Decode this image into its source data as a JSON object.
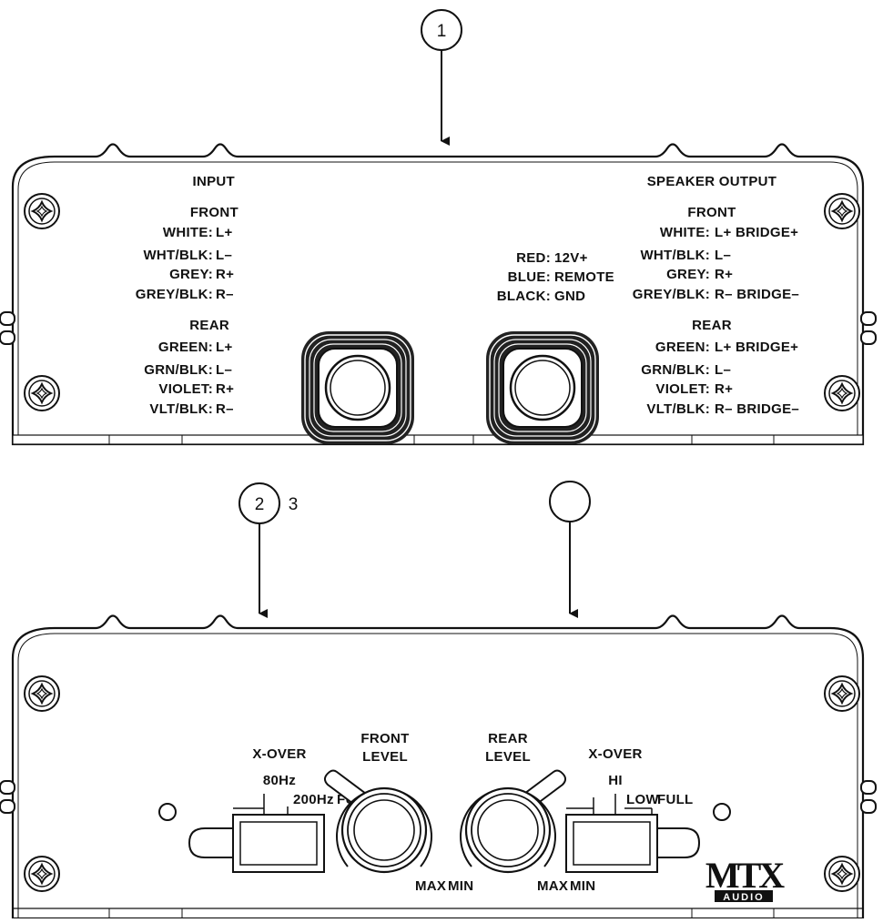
{
  "colors": {
    "line": "#111111",
    "background": "#ffffff"
  },
  "callouts": [
    {
      "id": "callout-1",
      "label": "1"
    },
    {
      "id": "callout-2",
      "label": "2"
    },
    {
      "id": "callout-3",
      "label": "3"
    },
    {
      "id": "callout-4",
      "label": ""
    }
  ],
  "top_panel": {
    "input": {
      "heading": "INPUT",
      "front_heading": "FRONT",
      "front_rows": [
        {
          "color": "WHITE:",
          "terminal": "L+"
        },
        {
          "color": "WHT/BLK:",
          "terminal": "L–"
        },
        {
          "color": "GREY:",
          "terminal": "R+"
        },
        {
          "color": "GREY/BLK:",
          "terminal": "R–"
        }
      ],
      "rear_heading": "REAR",
      "rear_rows": [
        {
          "color": "GREEN:",
          "terminal": "L+"
        },
        {
          "color": "GRN/BLK:",
          "terminal": "L–"
        },
        {
          "color": "VIOLET:",
          "terminal": "R+"
        },
        {
          "color": "VLT/BLK:",
          "terminal": "R–"
        }
      ]
    },
    "power": [
      {
        "color": "RED:",
        "terminal": "12V+"
      },
      {
        "color": "BLUE:",
        "terminal": "REMOTE"
      },
      {
        "color": "BLACK:",
        "terminal": "GND"
      }
    ],
    "output": {
      "heading": "SPEAKER OUTPUT",
      "front_heading": "FRONT",
      "front_rows": [
        {
          "color": "WHITE:",
          "terminal": "L+ BRIDGE+"
        },
        {
          "color": "WHT/BLK:",
          "terminal": "L–"
        },
        {
          "color": "GREY:",
          "terminal": "R+"
        },
        {
          "color": "GREY/BLK:",
          "terminal": "R– BRIDGE–"
        }
      ],
      "rear_heading": "REAR",
      "rear_rows": [
        {
          "color": "GREEN:",
          "terminal": "L+ BRIDGE+"
        },
        {
          "color": "GRN/BLK:",
          "terminal": "L–"
        },
        {
          "color": "VIOLET:",
          "terminal": "R+"
        },
        {
          "color": "VLT/BLK:",
          "terminal": "R– BRIDGE–"
        }
      ]
    }
  },
  "bottom_panel": {
    "front_xover": {
      "title": "X-OVER",
      "opt_a": "80Hz",
      "opt_b": "200Hz",
      "opt_c": "FULL"
    },
    "front_level": {
      "line1": "FRONT",
      "line2": "LEVEL",
      "max": "MAX",
      "min": "MIN"
    },
    "rear_level": {
      "line1": "REAR",
      "line2": "LEVEL",
      "max": "MAX",
      "min": "MIN"
    },
    "rear_xover": {
      "title": "X-OVER",
      "opt_a": "HI",
      "opt_b": "LOW",
      "opt_c": "FULL"
    },
    "logo": {
      "brand": "MTX",
      "sub": "AUDIO"
    }
  }
}
